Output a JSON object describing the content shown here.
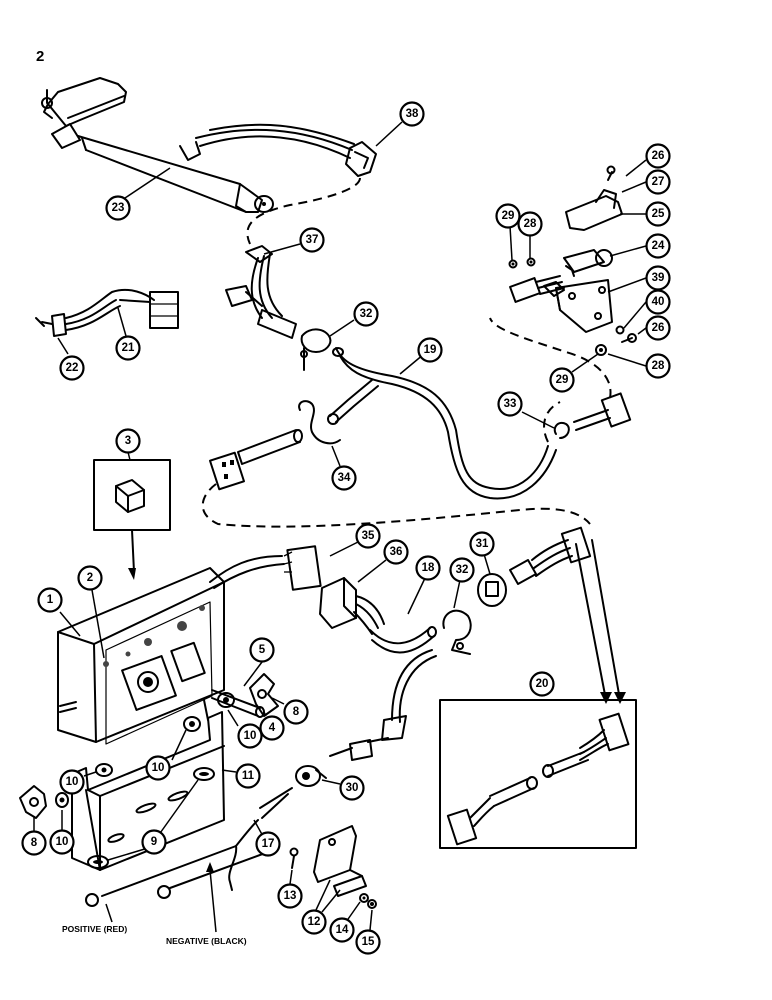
{
  "page_number": "2",
  "labels": {
    "positive": "POSITIVE (RED)",
    "negative": "NEGATIVE (BLACK)"
  },
  "callouts": [
    {
      "id": "c1",
      "text": "1"
    },
    {
      "id": "c2",
      "text": "2"
    },
    {
      "id": "c3",
      "text": "3"
    },
    {
      "id": "c4",
      "text": "4"
    },
    {
      "id": "c5",
      "text": "5"
    },
    {
      "id": "c8a",
      "text": "8"
    },
    {
      "id": "c8b",
      "text": "8"
    },
    {
      "id": "c9",
      "text": "9"
    },
    {
      "id": "c10a",
      "text": "10"
    },
    {
      "id": "c10b",
      "text": "10"
    },
    {
      "id": "c10c",
      "text": "10"
    },
    {
      "id": "c10d",
      "text": "10"
    },
    {
      "id": "c11",
      "text": "11"
    },
    {
      "id": "c12",
      "text": "12"
    },
    {
      "id": "c13",
      "text": "13"
    },
    {
      "id": "c14",
      "text": "14"
    },
    {
      "id": "c15",
      "text": "15"
    },
    {
      "id": "c17",
      "text": "17"
    },
    {
      "id": "c18",
      "text": "18"
    },
    {
      "id": "c19",
      "text": "19"
    },
    {
      "id": "c20",
      "text": "20"
    },
    {
      "id": "c21",
      "text": "21"
    },
    {
      "id": "c22",
      "text": "22"
    },
    {
      "id": "c23",
      "text": "23"
    },
    {
      "id": "c24",
      "text": "24"
    },
    {
      "id": "c25",
      "text": "25"
    },
    {
      "id": "c26a",
      "text": "26"
    },
    {
      "id": "c26b",
      "text": "26"
    },
    {
      "id": "c27",
      "text": "27"
    },
    {
      "id": "c28a",
      "text": "28"
    },
    {
      "id": "c28b",
      "text": "28"
    },
    {
      "id": "c29a",
      "text": "29"
    },
    {
      "id": "c29b",
      "text": "29"
    },
    {
      "id": "c30",
      "text": "30"
    },
    {
      "id": "c31",
      "text": "31"
    },
    {
      "id": "c32a",
      "text": "32"
    },
    {
      "id": "c32b",
      "text": "32"
    },
    {
      "id": "c33",
      "text": "33"
    },
    {
      "id": "c34",
      "text": "34"
    },
    {
      "id": "c35",
      "text": "35"
    },
    {
      "id": "c36",
      "text": "36"
    },
    {
      "id": "c37",
      "text": "37"
    },
    {
      "id": "c38",
      "text": "38"
    },
    {
      "id": "c39",
      "text": "39"
    },
    {
      "id": "c40",
      "text": "40"
    }
  ]
}
